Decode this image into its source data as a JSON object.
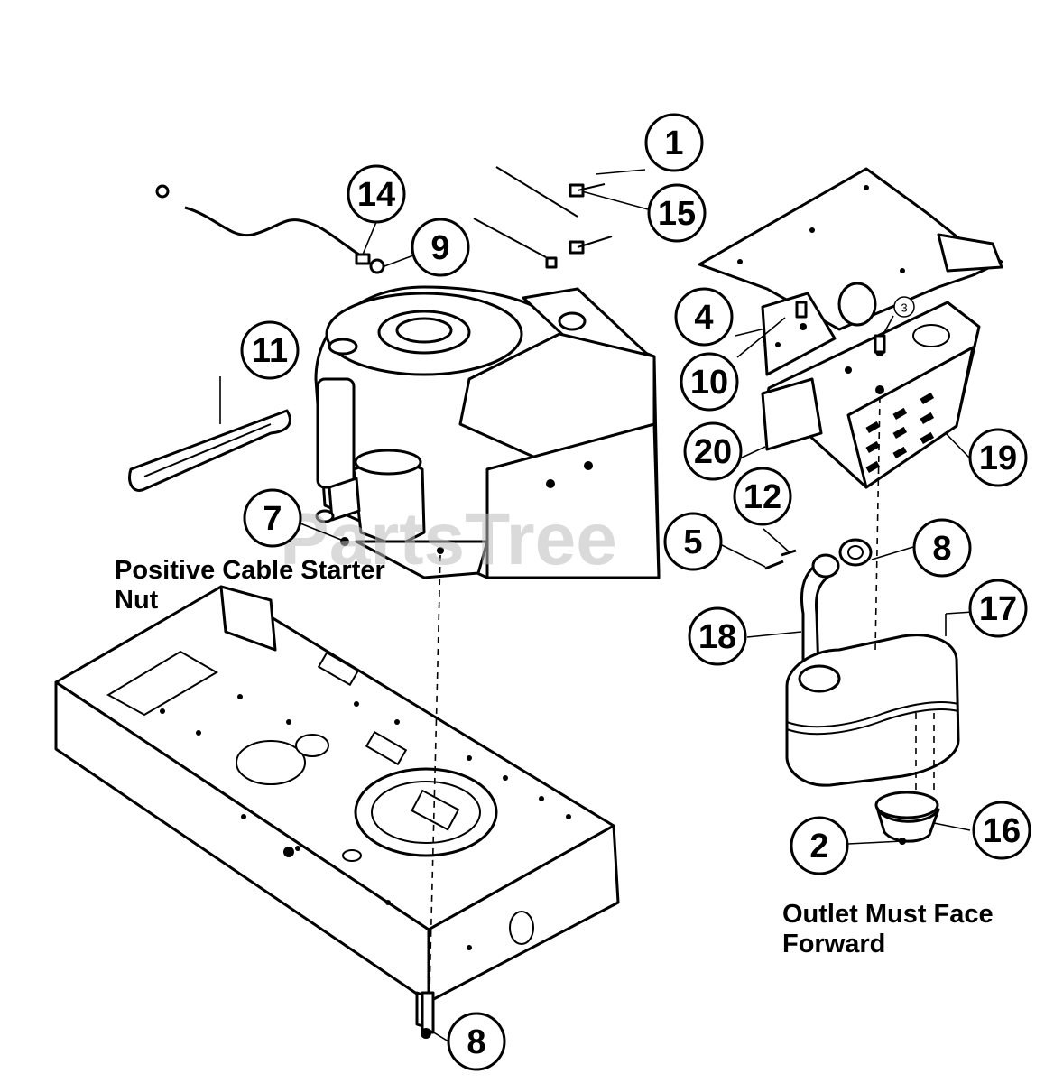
{
  "diagram": {
    "watermark": "PartsTree",
    "callouts": [
      {
        "id": "c1",
        "label": "1"
      },
      {
        "id": "c15",
        "label": "15"
      },
      {
        "id": "c14",
        "label": "14"
      },
      {
        "id": "c9",
        "label": "9"
      },
      {
        "id": "c11",
        "label": "11"
      },
      {
        "id": "c4",
        "label": "4"
      },
      {
        "id": "c10",
        "label": "10"
      },
      {
        "id": "c3",
        "label": "3"
      },
      {
        "id": "c20",
        "label": "20"
      },
      {
        "id": "c19",
        "label": "19"
      },
      {
        "id": "c7",
        "label": "7"
      },
      {
        "id": "c12",
        "label": "12"
      },
      {
        "id": "c5",
        "label": "5"
      },
      {
        "id": "c8a",
        "label": "8"
      },
      {
        "id": "c17",
        "label": "17"
      },
      {
        "id": "c18",
        "label": "18"
      },
      {
        "id": "c2",
        "label": "2"
      },
      {
        "id": "c16",
        "label": "16"
      },
      {
        "id": "c8b",
        "label": "8"
      }
    ],
    "notes": {
      "starter_nut_line1": "Positive Cable Starter",
      "starter_nut_line2": "Nut",
      "outlet_line1": "Outlet Must Face",
      "outlet_line2": "Forward"
    }
  }
}
